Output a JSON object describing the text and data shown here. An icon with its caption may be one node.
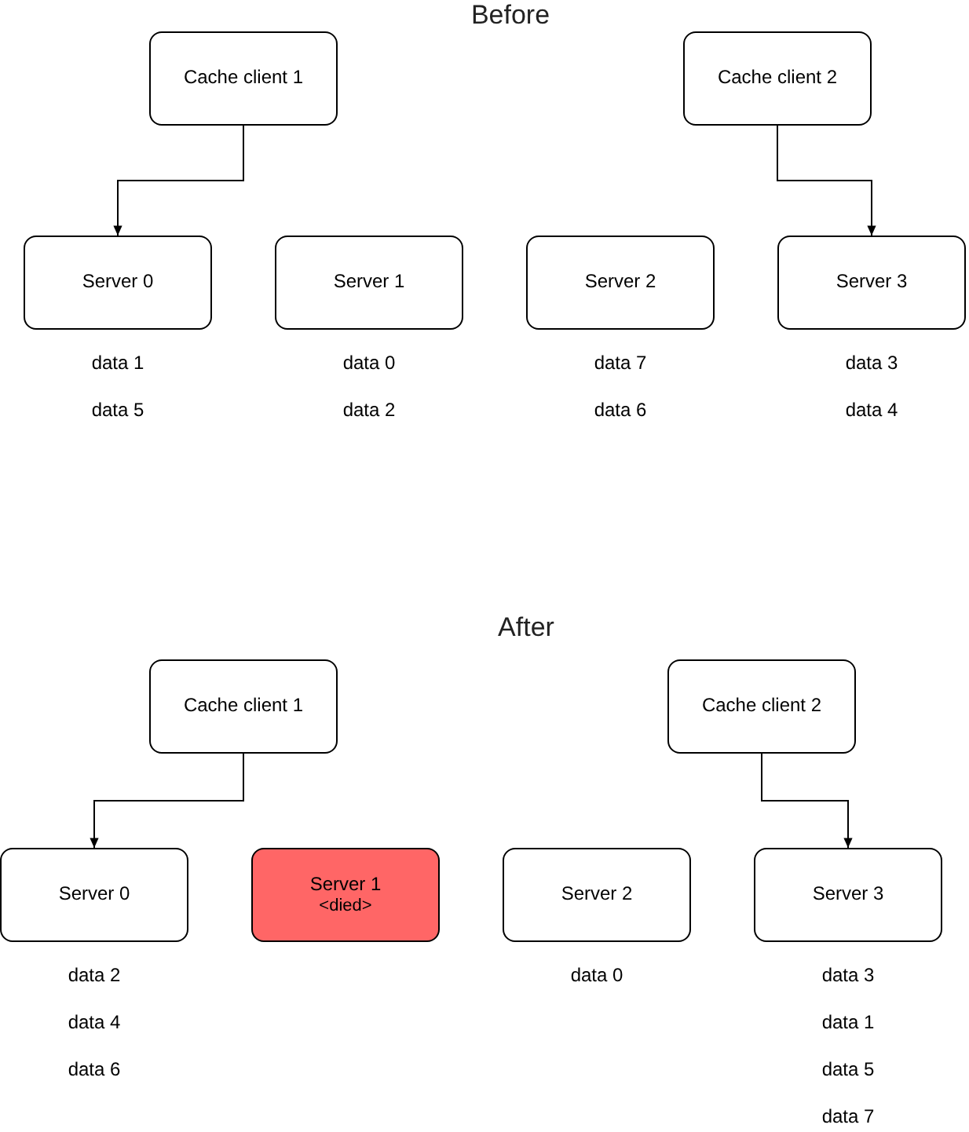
{
  "diagram": {
    "nodes": [
      {
        "text": [
          "Cache client 1"
        ]
      },
      {
        "text": [
          "Cache client 2"
        ]
      },
      {
        "text": [
          "Server 0"
        ],
        "beside": [
          "data 1",
          "data 5"
        ]
      },
      {
        "text": [
          "Server 1"
        ],
        "beside": [
          "data 0",
          "data 2"
        ]
      },
      {
        "text": [
          "Server 2"
        ],
        "beside": [
          "data 7",
          "data 6"
        ]
      },
      {
        "text": [
          "Server 3"
        ],
        "beside": [
          "data 3",
          "data 4"
        ]
      },
      {
        "text": [
          "Cache client 1"
        ]
      },
      {
        "text": [
          "Cache client 2"
        ]
      },
      {
        "text": [
          "Server 0"
        ],
        "beside": [
          "data 2",
          "data 4",
          "data 6"
        ]
      },
      {
        "text": [
          "Server 1",
          "<died>"
        ]
      },
      {
        "text": [
          "Server 2"
        ],
        "beside": [
          "data 0"
        ]
      },
      {
        "text": [
          "Server 3"
        ],
        "beside": [
          "data 3",
          "data 1",
          "data 5",
          "data 7"
        ]
      }
    ],
    "edges": [
      {
        "from": 0,
        "to": 2,
        "arrow": "to"
      },
      {
        "from": 1,
        "to": 5,
        "arrow": "to"
      },
      {
        "from": 6,
        "to": 8,
        "arrow": "to"
      },
      {
        "from": 7,
        "to": 11,
        "arrow": "to"
      }
    ],
    "labels": [
      "Before",
      "After"
    ]
  }
}
